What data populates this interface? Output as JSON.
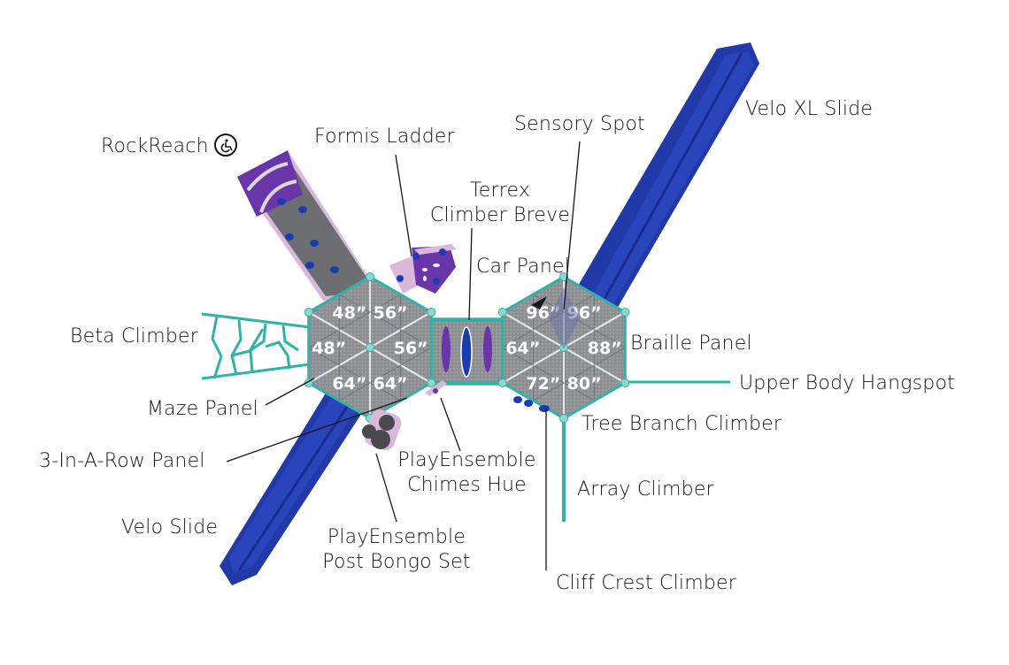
{
  "diagram": {
    "type": "playground-structure-plan",
    "colors": {
      "slide_blue": "#2239a8",
      "slide_blue_dark": "#16268a",
      "deck_gray": "#8a8b8f",
      "deck_gray_light": "#a8a9ad",
      "teal": "#2fb3a8",
      "purple": "#6a35a8",
      "lilac": "#d9b8dc",
      "climber_gray": "#6d6e71",
      "hold_blue": "#1d3bb0",
      "line": "#161616"
    },
    "labels": {
      "rockreach": "RockReach",
      "formis_ladder": "Formis Ladder",
      "terrex_line1": "Terrex",
      "terrex_line2": "Climber Breve",
      "sensory_spot": "Sensory Spot",
      "velo_xl_slide": "Velo XL Slide",
      "car_panel": "Car Panel",
      "beta_climber": "Beta Climber",
      "braille_panel": "Braille Panel",
      "upper_body_hangspot": "Upper Body Hangspot",
      "maze_panel": "Maze Panel",
      "tree_branch_climber": "Tree Branch Climber",
      "three_in_a_row": "3-In-A-Row Panel",
      "chimes_line1": "PlayEnsemble",
      "chimes_line2": "Chimes Hue",
      "array_climber": "Array Climber",
      "velo_slide": "Velo Slide",
      "bongo_line1": "PlayEnsemble",
      "bongo_line2": "Post Bongo Set",
      "cliff_crest_climber": "Cliff Crest Climber"
    },
    "icons": {
      "rockreach_badge": "wheelchair-accessible-icon"
    },
    "left_deck_heights": [
      "48”",
      "56”",
      "56”",
      "64”",
      "64”",
      "48”"
    ],
    "right_deck_heights": [
      "96”",
      "96”",
      "88”",
      "80”",
      "72”",
      "64”"
    ]
  }
}
